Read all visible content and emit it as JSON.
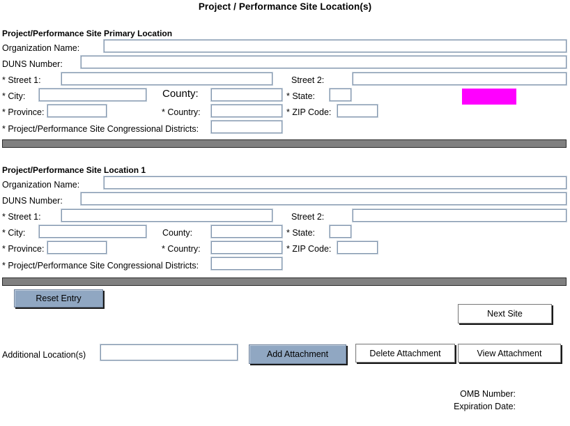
{
  "page": {
    "title": "Project / Performance Site Location(s)"
  },
  "sections": [
    {
      "heading": "Project/Performance Site Primary Location",
      "fields": {
        "organization_name_label": "Organization Name:",
        "organization_name_value": "",
        "duns_number_label": "DUNS Number:",
        "duns_number_value": "",
        "street1_label": "* Street 1:",
        "street1_value": "",
        "street2_label": "Street 2:",
        "street2_value": "",
        "city_label": "* City:",
        "city_value": "",
        "county_label": "County:",
        "county_value": "",
        "state_label": "* State:",
        "state_value": "",
        "province_label": "* Province:",
        "province_value": "",
        "country_label": "* Country:",
        "country_value": "",
        "zip_label": "* ZIP Code:",
        "zip_value": "",
        "congressional_label": "* Project/Performance Site Congressional Districts:",
        "congressional_value": ""
      },
      "highlight_color": "#ff00ff"
    },
    {
      "heading": "Project/Performance Site Location 1",
      "fields": {
        "organization_name_label": "Organization Name:",
        "organization_name_value": "",
        "duns_number_label": "DUNS Number:",
        "duns_number_value": "",
        "street1_label": "* Street 1:",
        "street1_value": "",
        "street2_label": "Street 2:",
        "street2_value": "",
        "city_label": "* City:",
        "city_value": "",
        "county_label": "County:",
        "county_value": "",
        "state_label": "* State:",
        "state_value": "",
        "province_label": "* Province:",
        "province_value": "",
        "country_label": "* Country:",
        "country_value": "",
        "zip_label": "* ZIP Code:",
        "zip_value": "",
        "congressional_label": "* Project/Performance Site Congressional Districts:",
        "congressional_value": ""
      }
    }
  ],
  "actions": {
    "reset_entry_label": "Reset Entry",
    "next_site_label": "Next Site",
    "additional_locations_label": "Additional Location(s)",
    "additional_locations_value": "",
    "add_attachment_label": "Add Attachment",
    "delete_attachment_label": "Delete Attachment",
    "view_attachment_label": "View  Attachment"
  },
  "footer": {
    "omb_number_label": "OMB Number:",
    "expiration_date_label": "Expiration Date:"
  },
  "colors": {
    "button_fill": "#90a7c2",
    "divider": "#808080",
    "field_border": "#8296ae",
    "highlight": "#ff00ff"
  }
}
